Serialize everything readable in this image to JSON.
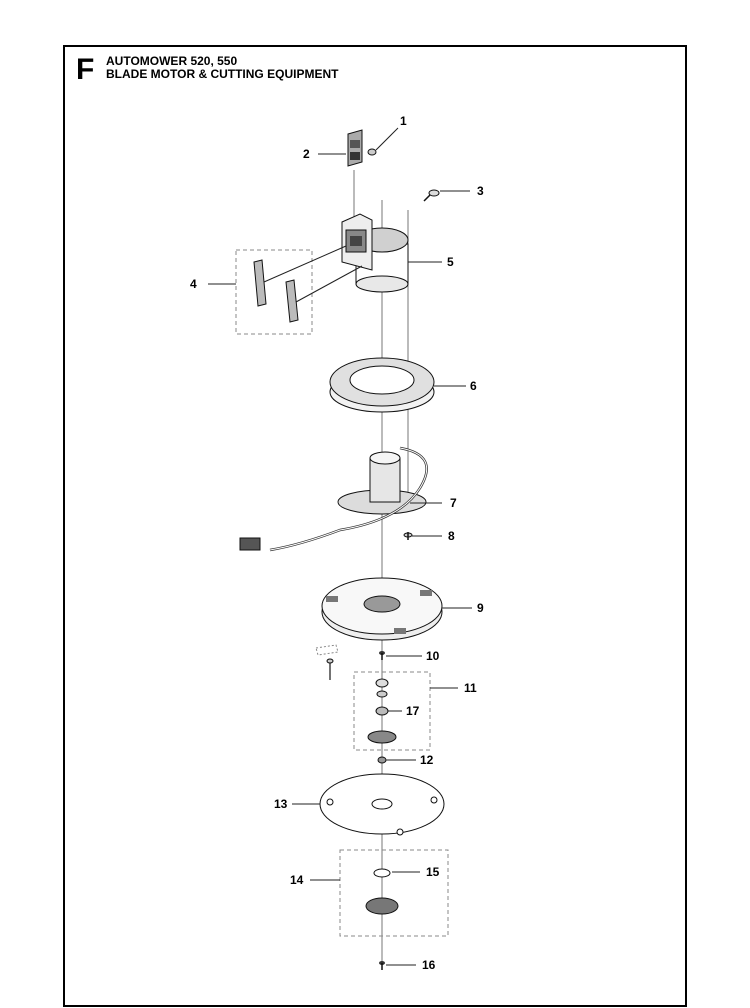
{
  "header": {
    "section_letter": "F",
    "title_line1": "AUTOMOWER 520, 550",
    "title_line2": "BLADE MOTOR & CUTTING EQUIPMENT"
  },
  "callouts": {
    "c1": "1",
    "c2": "2",
    "c3": "3",
    "c4": "4",
    "c5": "5",
    "c6": "6",
    "c7": "7",
    "c8": "8",
    "c9": "9",
    "c10": "10",
    "c11": "11",
    "c12": "12",
    "c13": "13",
    "c14": "14",
    "c15": "15",
    "c16": "16",
    "c17": "17"
  }
}
